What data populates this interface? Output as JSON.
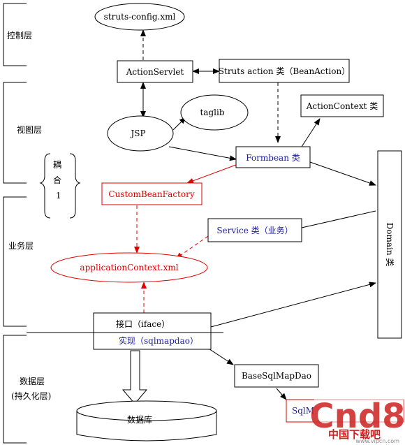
{
  "layers": {
    "control": "控制层",
    "view": "视图层",
    "coupling": [
      "耦",
      "合",
      "1"
    ],
    "business": "业务层",
    "data": [
      "数据层",
      "(持久化层)"
    ]
  },
  "nodes": {
    "struts_config": "struts-config.xml",
    "action_servlet": "ActionServlet",
    "struts_action": "Struts action 类（BeanAction）",
    "taglib": "taglib",
    "jsp": "JSP",
    "action_context": "ActionContext 类",
    "formbean": "Formbean 类",
    "domain": "Domain 类",
    "custom_bean_factory": "CustomBeanFactory",
    "service": "Service 类（业务）",
    "application_context": "applicationContext.xml",
    "iface": "接口（iface）",
    "impl": "实现（sqlmapdao）",
    "base_sql_map_dao": "BaseSqlMapDao",
    "sql_map": "SqlM",
    "database": "数据库"
  },
  "watermark": {
    "logo": "Cnd8",
    "site_cn": "中国下载吧",
    "url": "www.vipcn.com"
  },
  "colors": {
    "black": "#000000",
    "red": "#e00000",
    "blue": "#1a1aa0",
    "watermark_red": "#cc2020",
    "watermark_grey": "#888888"
  }
}
